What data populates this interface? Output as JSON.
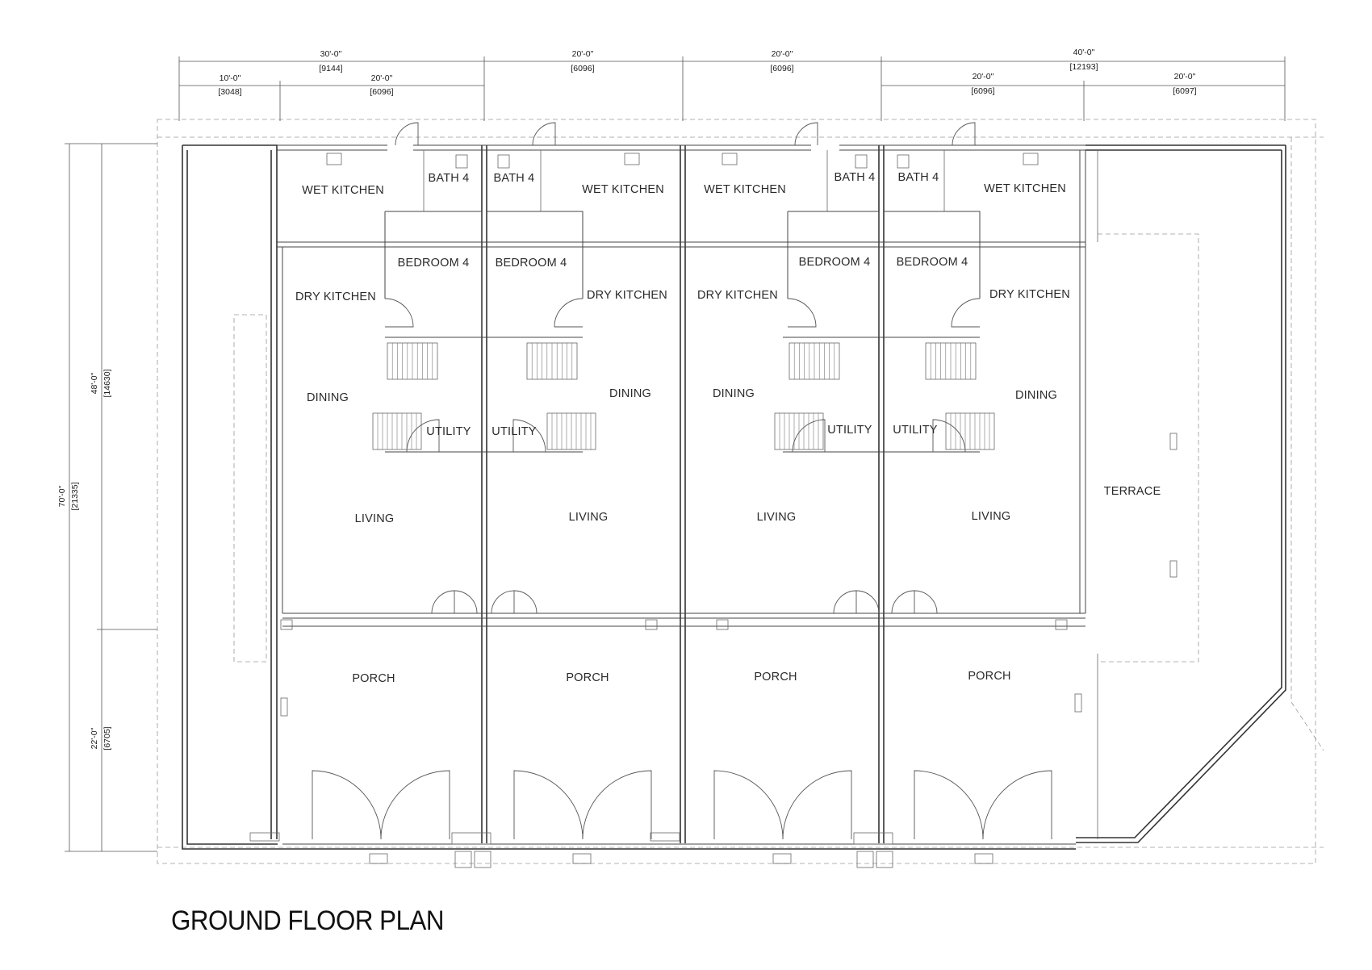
{
  "title": "GROUND FLOOR PLAN",
  "colors": {
    "line": "#333333",
    "text": "#2a2a2a",
    "background": "#ffffff"
  },
  "dimensions": {
    "top": [
      {
        "label": "30'-0\"",
        "mm": "[9144]"
      },
      {
        "label": "10'-0\"",
        "mm": "[3048]"
      },
      {
        "label": "20'-0\"",
        "mm": "[6096]"
      },
      {
        "label": "20'-0\"",
        "mm": "[6096]"
      },
      {
        "label": "20'-0\"",
        "mm": "[6096]"
      },
      {
        "label": "40'-0\"",
        "mm": "[12193]"
      },
      {
        "label": "20'-0\"",
        "mm": "[6096]"
      },
      {
        "label": "20'-0\"",
        "mm": "[6097]"
      }
    ],
    "left": [
      {
        "label": "48'-0\"",
        "mm": "[14630]"
      },
      {
        "label": "70'-0\"",
        "mm": "[21335]"
      },
      {
        "label": "22'-0\"",
        "mm": "[6705]"
      }
    ]
  },
  "rooms": {
    "wet_kitchen": "WET KITCHEN",
    "bath": "BATH 4",
    "bedroom": "BEDROOM 4",
    "dry_kitchen": "DRY KITCHEN",
    "dining": "DINING",
    "utility": "UTILITY",
    "living": "LIVING",
    "porch": "PORCH",
    "terrace": "TERRACE"
  }
}
